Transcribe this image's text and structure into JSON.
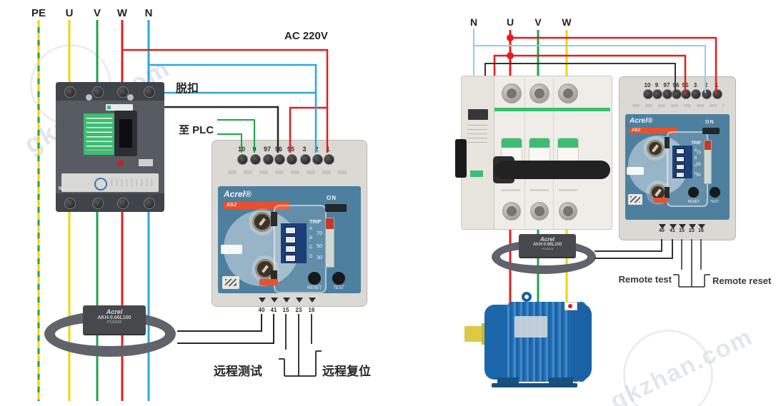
{
  "watermark": {
    "text": "gkzhan.com"
  },
  "left_diagram": {
    "phase_labels": {
      "pe": "PE",
      "u": "U",
      "v": "V",
      "w": "W",
      "n": "N"
    },
    "ac_label": "AC 220V",
    "trip_label": "脱扣",
    "plc_label": "至 PLC",
    "remote_test": "远程测试",
    "remote_reset": "远程复位",
    "breaker_n_label": "N"
  },
  "right_diagram": {
    "phase_labels": {
      "n": "N",
      "u": "U",
      "v": "V",
      "w": "W"
    },
    "remote_test": "Remote test",
    "remote_reset": "Remote reset"
  },
  "relay": {
    "brand": "Acrel®",
    "series": "ASJ",
    "top_terminals": [
      "10",
      "9",
      "97",
      "96",
      "95",
      "3",
      "2",
      "1"
    ],
    "bottom_terminals": [
      "40",
      "41",
      "15",
      "23",
      "16"
    ],
    "on_label": "ON",
    "trip_label": "TRIP",
    "scale": [
      "70",
      "50",
      "30"
    ],
    "dip_labels": "A B C D",
    "reset_label": "RESET",
    "test_label": "TEST"
  },
  "ct": {
    "brand": "Acrel",
    "model": "AKH-0.66L100",
    "serial": "P130628"
  },
  "colors": {
    "yellow": "#f0d500",
    "green": "#1fa348",
    "red": "#e01f1f",
    "blue": "#2ba7e0",
    "light_blue": "#8fcdee",
    "black_wire": "#262626",
    "relay_panel": "#4d7f9f",
    "relay_accent": "#e8512e",
    "breaker_green": "#3dbd72",
    "motor_blue": "#1f6fb8"
  }
}
